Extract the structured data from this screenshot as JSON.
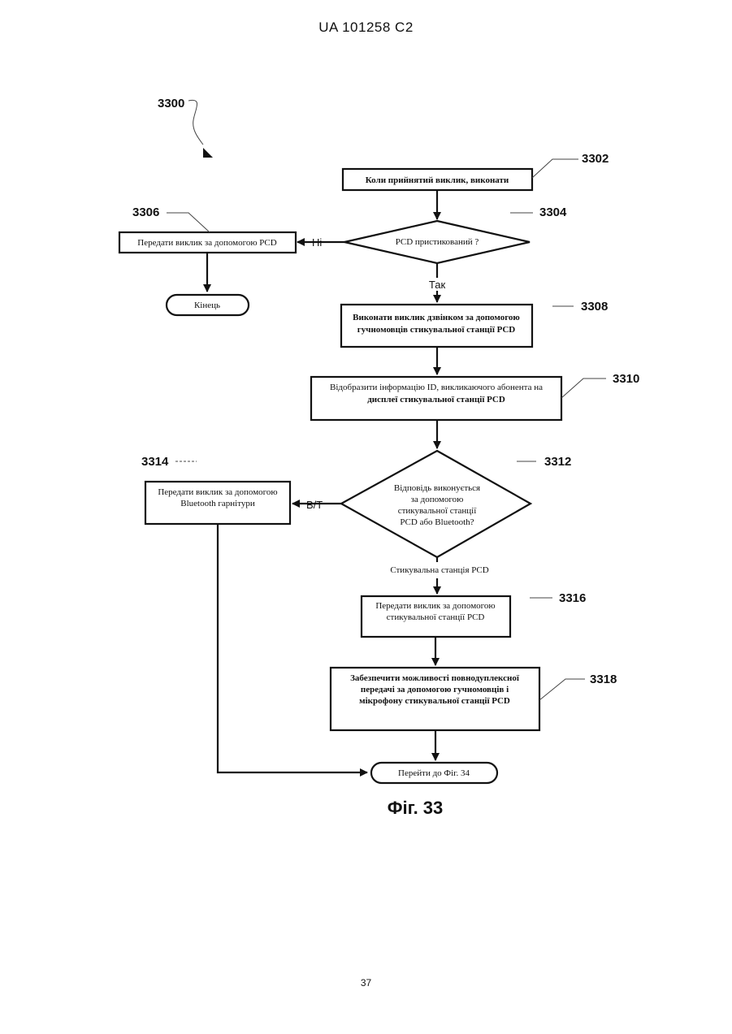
{
  "header": "UA   101258   C2",
  "page_number": "37",
  "figure_caption": "Фіг. 33",
  "refs": {
    "r3300": "3300",
    "r3302": "3302",
    "r3304": "3304",
    "r3306": "3306",
    "r3308": "3308",
    "r3310": "3310",
    "r3312": "3312",
    "r3314": "3314",
    "r3316": "3316",
    "r3318": "3318"
  },
  "nodes": {
    "start": "Коли прийнятий виклик, виконати",
    "decision1": "PCD пристикований ?",
    "transfer_pcd": "Передати виклик за допомогою PCD",
    "end": "Кінець",
    "ring": [
      "Виконати виклик дзвінком за допомогою",
      "гучномовців стикувальної станції PCD"
    ],
    "display": [
      "Відобразити інформацію ID, викликаючого абонента на",
      "дисплеї стикувальної станції PCD"
    ],
    "decision2": [
      "Відповідь виконується",
      "за допомогою",
      "стикувальної станції",
      "PCD або Bluetooth?"
    ],
    "bluetooth": [
      "Передати виклик за допомогою",
      "Bluetooth гарнітури"
    ],
    "transfer_dock": [
      "Передати виклик за допомогою",
      "стикувальної станції PCD"
    ],
    "duplex": [
      "Забезпечити можливості повнодуплексної",
      "передачі за допомогою гучномовців і",
      "мікрофону стикувальної станції PCD"
    ],
    "goto": "Перейти до Фіг. 34"
  },
  "edge_labels": {
    "no": "Ні",
    "yes": "Так",
    "bt": "B/T",
    "dock": "Стикувальна станція PCD"
  }
}
